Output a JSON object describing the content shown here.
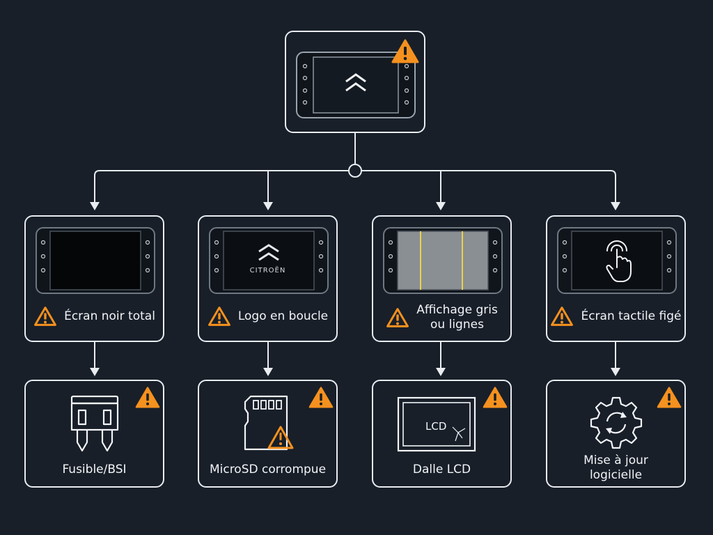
{
  "colors": {
    "background": "#181f29",
    "stroke": "#e9ecf0",
    "warning": "#f5911e",
    "lcd_line": "#e9d24a"
  },
  "root": {
    "icon": "infotainment-unit-icon",
    "warning_icon": "warning-icon"
  },
  "symptoms": [
    {
      "id": "black-screen",
      "label": "Écran noir total",
      "screen": "black"
    },
    {
      "id": "logo-loop",
      "label": "Logo en boucle",
      "screen": "logo",
      "screen_text": "CITROËN"
    },
    {
      "id": "grey-lines",
      "label": "Affichage gris ou lignes",
      "label_lines": [
        "Affichage gris",
        "ou lignes"
      ],
      "screen": "grey-lines"
    },
    {
      "id": "frozen-touch",
      "label": "Écran tactile figé",
      "screen": "touch"
    }
  ],
  "causes": [
    {
      "id": "fuse",
      "label": "Fusible/BSI",
      "icon": "fuse-icon"
    },
    {
      "id": "microsd",
      "label": "MicroSD corrompue",
      "icon": "microsd-card-icon"
    },
    {
      "id": "lcd",
      "label": "Dalle LCD",
      "icon": "cracked-lcd-icon",
      "icon_text": "LCD"
    },
    {
      "id": "software",
      "label": "Mise à jour logicielle",
      "label_lines": [
        "Mise à jour",
        "logicielle"
      ],
      "icon": "software-update-gear-icon"
    }
  ]
}
